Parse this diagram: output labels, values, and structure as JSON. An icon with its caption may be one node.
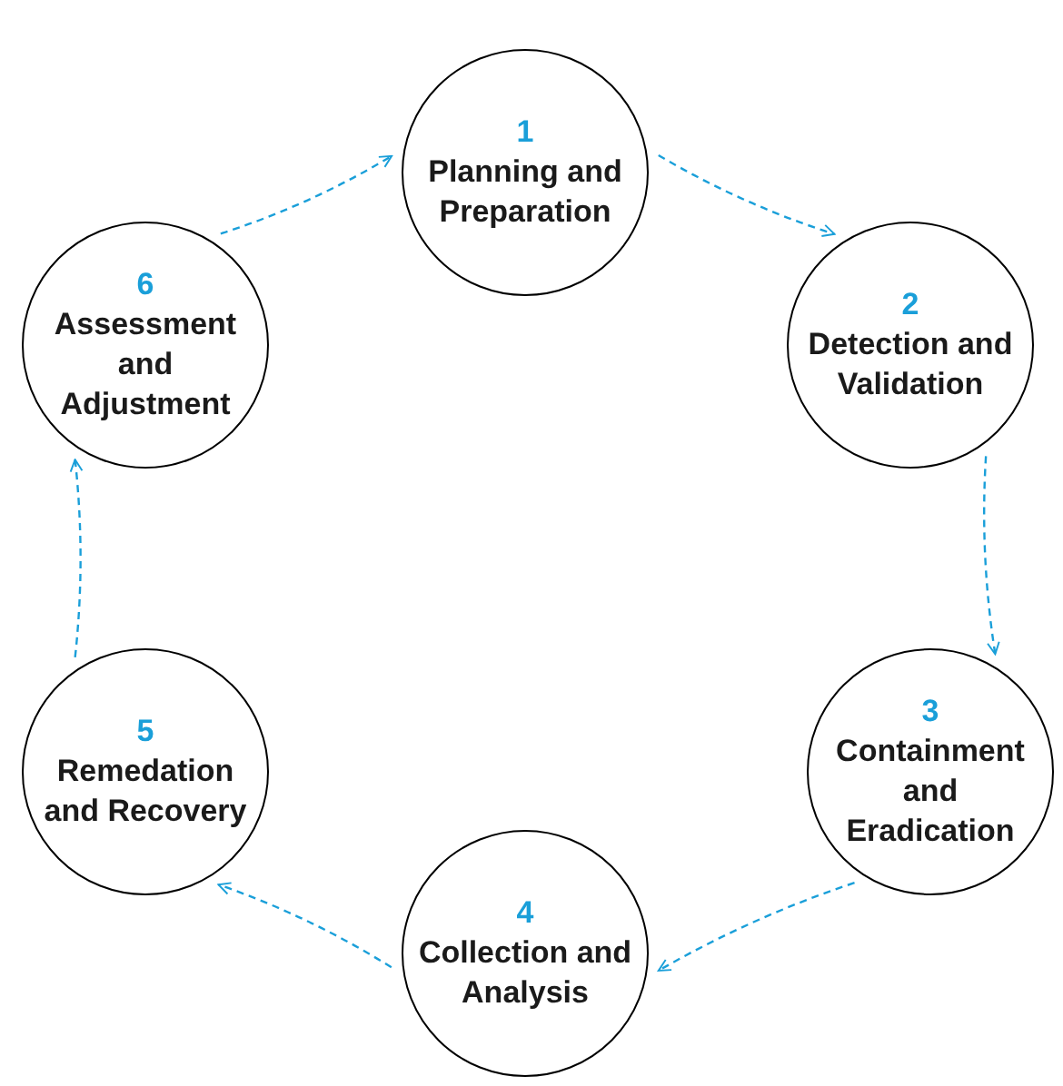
{
  "diagram": {
    "nodes": [
      {
        "text": [
          "1",
          "Planning and Preparation"
        ]
      },
      {
        "text": [
          "2",
          "Detection and Validation"
        ]
      },
      {
        "text": [
          "3",
          "Containment and Eradication"
        ]
      },
      {
        "text": [
          "4",
          "Collection and Analysis"
        ]
      },
      {
        "text": [
          "5",
          "Remedation and Recovery"
        ]
      },
      {
        "text": [
          "6",
          "Assessment and Adjustment"
        ]
      }
    ],
    "edges": [
      {
        "from": 0,
        "to": 1,
        "arrow": "to",
        "style": "dashed"
      },
      {
        "from": 1,
        "to": 2,
        "arrow": "to",
        "style": "dashed"
      },
      {
        "from": 2,
        "to": 3,
        "arrow": "to",
        "style": "dashed"
      },
      {
        "from": 3,
        "to": 4,
        "arrow": "to",
        "style": "dashed"
      },
      {
        "from": 4,
        "to": 5,
        "arrow": "to",
        "style": "dashed"
      },
      {
        "from": 5,
        "to": 0,
        "arrow": "to",
        "style": "dashed"
      }
    ]
  }
}
